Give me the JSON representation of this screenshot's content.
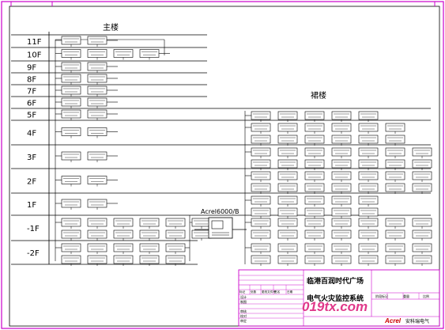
{
  "titles": {
    "main_building": "主楼",
    "podium_building": "裙楼",
    "controller": "Acrel6000/B"
  },
  "floors": [
    "11F",
    "10F",
    "9F",
    "8F",
    "7F",
    "6F",
    "5F",
    "4F",
    "3F",
    "2F",
    "1F",
    "-1F",
    "-2F"
  ],
  "main_building_rows": [
    {
      "floor": "11F",
      "count": 2
    },
    {
      "floor": "10F",
      "count": 4
    },
    {
      "floor": "9F",
      "count": 2
    },
    {
      "floor": "8F",
      "count": 2
    },
    {
      "floor": "7F",
      "count": 2
    },
    {
      "floor": "6F",
      "count": 2
    },
    {
      "floor": "5F",
      "count": 2
    },
    {
      "floor": "4F",
      "count": 2
    },
    {
      "floor": "3F",
      "count": 2
    },
    {
      "floor": "2F",
      "count": 2
    },
    {
      "floor": "1F",
      "count": 2
    },
    {
      "floor": "-1F",
      "count": 6
    },
    {
      "floor": "-2F",
      "count": 5
    }
  ],
  "podium_building_rows": [
    {
      "floor": "5F",
      "count": 5
    },
    {
      "floor": "4F",
      "count": 6
    },
    {
      "floor": "3F",
      "count": 7
    },
    {
      "floor": "2F",
      "count": 7
    },
    {
      "floor": "1F",
      "count": 5
    },
    {
      "floor": "-1F",
      "count": 7
    },
    {
      "floor": "-2F",
      "count": 7
    }
  ],
  "title_block": {
    "project_name_line1": "临港百润时代广场",
    "project_name_line2": "电气火灾监控系统",
    "watermark": "019tx.com",
    "company": "安科瑞电气",
    "company_logo_text": "Acrel",
    "left_labels": [
      "设计",
      "制图",
      "审核",
      "校对",
      "审定"
    ],
    "header_labels": [
      "标记",
      "处数",
      "更改文件号",
      "签名",
      "日期"
    ],
    "right_labels": [
      "阶段标记",
      "重量",
      "比例"
    ]
  },
  "colors": {
    "line": "#000000",
    "frame": "#cc00cc",
    "watermark": "#e0398a"
  }
}
